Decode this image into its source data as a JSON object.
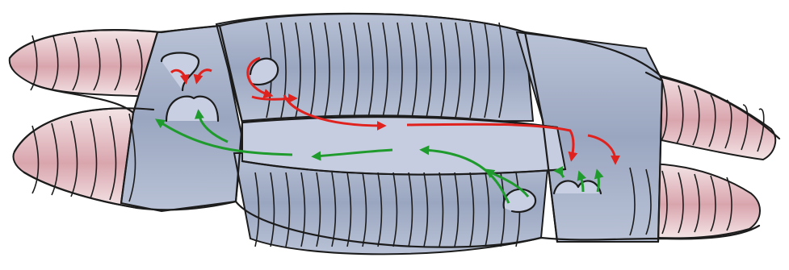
{
  "figure": {
    "subject": "earthworm-copulation-cross-section",
    "colors": {
      "outline": "#1c1c1c",
      "skin_light": "#f3e4e6",
      "skin_pink": "#d9a5ad",
      "clitellum": "#b9c2d6",
      "clitellum_dark": "#9aa6c0",
      "cavity": "#c7cde0",
      "sperm_flow_out": "#e0221e",
      "sperm_flow_return": "#1f9a2c"
    },
    "arrows": {
      "red_count": 7,
      "green_count": 8
    }
  }
}
